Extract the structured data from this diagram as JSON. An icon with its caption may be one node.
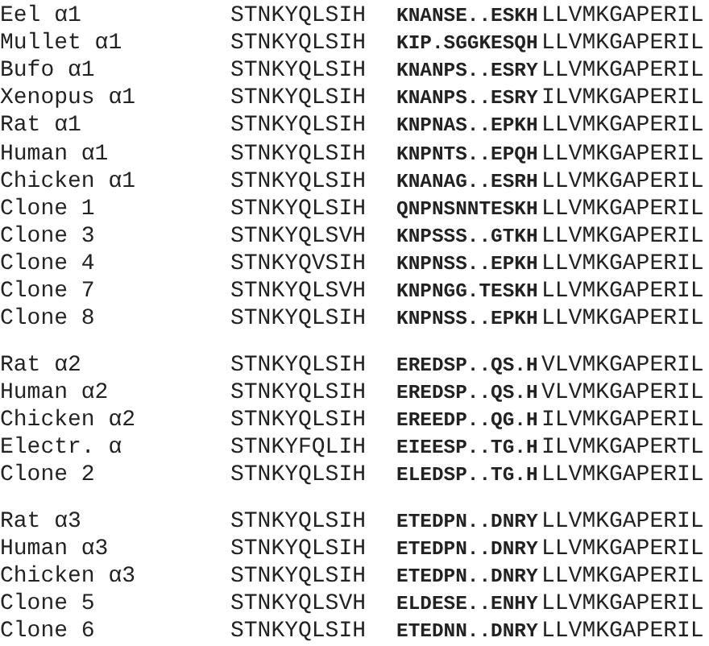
{
  "diagram": {
    "labels": [
      "Eel α1",
      "STNKYQLSIH",
      "KNANSE..ESKH",
      "LLVMKGAPERIL",
      "Mullet α1",
      "STNKYQLSIH",
      "KIP.SGGKESQH",
      "LLVMKGAPERIL",
      "Bufo α1",
      "STNKYQLSIH",
      "KNANPS..ESRY",
      "LLVMKGAPERIL",
      "Xenopus α1",
      "STNKYQLSIH",
      "KNANPS..ESRY",
      "ILVMKGAPERIL",
      "Rat α1",
      "STNKYQLSIH",
      "KNPNAS..EPKH",
      "LLVMKGAPERIL",
      "Human α1",
      "STNKYQLSIH",
      "KNPNTS..EPQH",
      "LLVMKGAPERIL",
      "Chicken α1",
      "STNKYQLSIH",
      "KNANAG..ESRH",
      "LLVMKGAPERIL",
      "Clone 1",
      "STNKYQLSIH",
      "QNPNSNNTESKH",
      "LLVMKGAPERIL",
      "Clone 3",
      "STNKYQLSVH",
      "KNPSSS..GTKH",
      "LLVMKGAPERIL",
      "Clone 4",
      "STNKYQVSIH",
      "KNPNSS..EPKH",
      "LLVMKGAPERIL",
      "Clone 7",
      "STNKYQLSVH",
      "KNPNGG.TESKH",
      "LLVMKGAPERIL",
      "Clone 8",
      "STNKYQLSIH",
      "KNPNSS..EPKH",
      "LLVMKGAPERIL",
      "Rat α2",
      "STNKYQLSIH",
      "EREDSP..QS.H",
      "VLVMKGAPERIL",
      "Human α2",
      "STNKYQLSIH",
      "EREDSP..QS.H",
      "VLVMKGAPERIL",
      "Chicken α2",
      "STNKYQLSIH",
      "EREEDP..QG.H",
      "ILVMKGAPERIL",
      "Electr. α",
      "STNKYFQLIH",
      "EIEESP..TG.H",
      "ILVMKGAPERTL",
      "Clone 2",
      "STNKYQLSIH",
      "ELEDSP..TG.H",
      "LLVMKGAPERIL",
      "Rat α3",
      "STNKYQLSIH",
      "ETEDPN..DNRY",
      "LLVMKGAPERIL",
      "Human α3",
      "STNKYQLSIH",
      "ETEDPN..DNRY",
      "LLVMKGAPERIL",
      "Chicken α3",
      "STNKYQLSIH",
      "ETEDPN..DNRY",
      "LLVMKGAPERIL",
      "Clone 5",
      "STNKYQLSVH",
      "ELDESE..ENHY",
      "LLVMKGAPERIL",
      "Clone 6",
      "STNKYQLSIH",
      "ETEDNN..DNRY",
      "LLVMKGAPERIL"
    ]
  }
}
